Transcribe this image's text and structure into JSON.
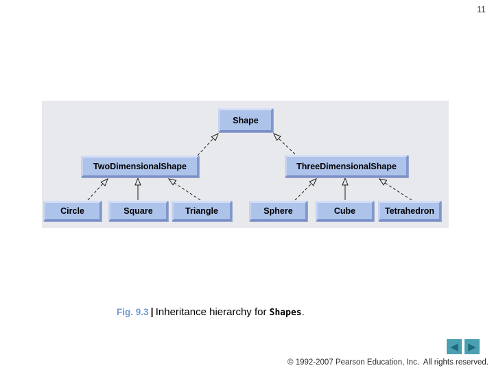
{
  "page": {
    "number": "11"
  },
  "diagram": {
    "background_color": "#e8e9ec",
    "box_fill_color": "#aec3ea",
    "nodes": {
      "shape": {
        "label": "Shape"
      },
      "two_dimensional": {
        "label": "TwoDimensionalShape"
      },
      "three_dimensional": {
        "label": "ThreeDimensionalShape"
      },
      "circle": {
        "label": "Circle"
      },
      "square": {
        "label": "Square"
      },
      "triangle": {
        "label": "Triangle"
      },
      "sphere": {
        "label": "Sphere"
      },
      "cube": {
        "label": "Cube"
      },
      "tetrahedron": {
        "label": "Tetrahedron"
      }
    },
    "edges": [
      {
        "from": "TwoDimensionalShape",
        "to": "Shape"
      },
      {
        "from": "ThreeDimensionalShape",
        "to": "Shape"
      },
      {
        "from": "Circle",
        "to": "TwoDimensionalShape"
      },
      {
        "from": "Square",
        "to": "TwoDimensionalShape"
      },
      {
        "from": "Triangle",
        "to": "TwoDimensionalShape"
      },
      {
        "from": "Sphere",
        "to": "ThreeDimensionalShape"
      },
      {
        "from": "Cube",
        "to": "ThreeDimensionalShape"
      },
      {
        "from": "Tetrahedron",
        "to": "ThreeDimensionalShape"
      }
    ]
  },
  "caption": {
    "figure_label": "Fig. 9.3",
    "separator": "|",
    "text": "Inheritance hierarchy for",
    "code_term": "Shapes",
    "period": ".",
    "accent_color": "#6f9ad0"
  },
  "nav": {
    "prev_icon": "◀",
    "next_icon": "▶",
    "button_color": "#4aa0b0",
    "arrow_color": "#1e6a7c"
  },
  "footer": {
    "copyright": "© 1992-2007 Pearson Education, Inc.  All rights reserved."
  }
}
